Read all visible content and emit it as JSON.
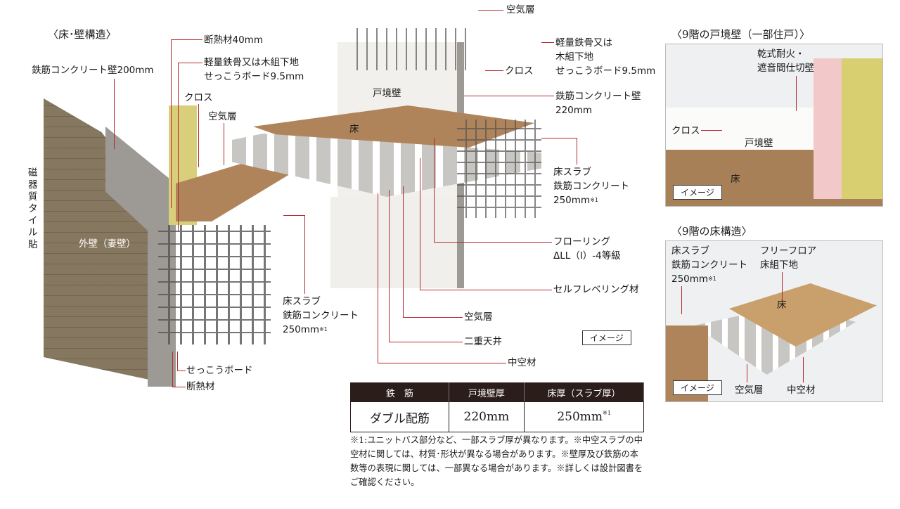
{
  "main_diagram": {
    "heading": "〈床･壁構造〉",
    "labels": {
      "insulation_40": "断熱材40mm",
      "rc_wall_200": "鉄筋コンクリート壁200mm",
      "light_steel_1": "軽量鉄骨又は木組下地",
      "light_steel_2": "せっこうボード9.5mm",
      "cross_left": "クロス",
      "air_layer_left": "空気層",
      "tile": "磁器質タイル貼",
      "exterior_wall": "外壁（妻壁）",
      "slab_left_1": "床スラブ",
      "slab_left_2": "鉄筋コンクリート",
      "slab_left_3": "250mm",
      "slab_left_note": "※1",
      "gypsum": "せっこうボード",
      "insulation": "断熱材",
      "air_layer_top": "空気層",
      "light_steel_r1": "軽量鉄骨又は",
      "light_steel_r2": "木組下地",
      "light_steel_r3": "せっこうボード9.5mm",
      "cross_right": "クロス",
      "rc_wall_220_1": "鉄筋コンクリート壁",
      "rc_wall_220_2": "220mm",
      "party_wall": "戸境壁",
      "floor": "床",
      "slab_right_1": "床スラブ",
      "slab_right_2": "鉄筋コンクリート",
      "slab_right_3": "250mm",
      "slab_right_note": "※1",
      "flooring_1": "フローリング",
      "flooring_2": "ΔLL（I）-4等級",
      "self_leveling": "セルフレベリング材",
      "air_layer_bottom": "空気層",
      "double_ceiling": "二重天井",
      "hollow_material": "中空材"
    },
    "image_badge": "イメージ"
  },
  "spec_table": {
    "headers": [
      "鉄　筋",
      "戸境壁厚",
      "床厚（スラブ厚）"
    ],
    "row": [
      "ダブル配筋",
      "220mm",
      "250mm"
    ],
    "row_note": "※1"
  },
  "footnote": "※1:ユニットバス部分など、一部スラブ厚が異なります。※中空スラブの中空材に関しては、材質･形状が異なる場合があります。※壁厚及び鉄筋の本数等の表現に関しては、一部異なる場合があります。※詳しくは設計図書をご確認ください。",
  "panel_wall": {
    "heading": "〈9階の戸境壁（一部住戸）〉",
    "labels": {
      "dry_wall_1": "乾式耐火・",
      "dry_wall_2": "遮音間仕切壁",
      "cross": "クロス",
      "party_wall": "戸境壁",
      "floor": "床"
    },
    "image_badge": "イメージ"
  },
  "panel_floor": {
    "heading": "〈9階の床構造〉",
    "labels": {
      "slab_1": "床スラブ",
      "slab_2": "鉄筋コンクリート",
      "slab_3": "250mm",
      "slab_note": "※1",
      "free_floor_1": "フリーフロア",
      "free_floor_2": "床組下地",
      "floor": "床",
      "air_layer": "空気層",
      "hollow": "中空材"
    },
    "image_badge": "イメージ"
  },
  "colors": {
    "leader": "#b8282e",
    "table_header": "#2b1d1a",
    "wood": "#b0845a",
    "tile": "#b9ae9c",
    "concrete": "#a9a6a1",
    "insulation": "#d9cf7a"
  }
}
